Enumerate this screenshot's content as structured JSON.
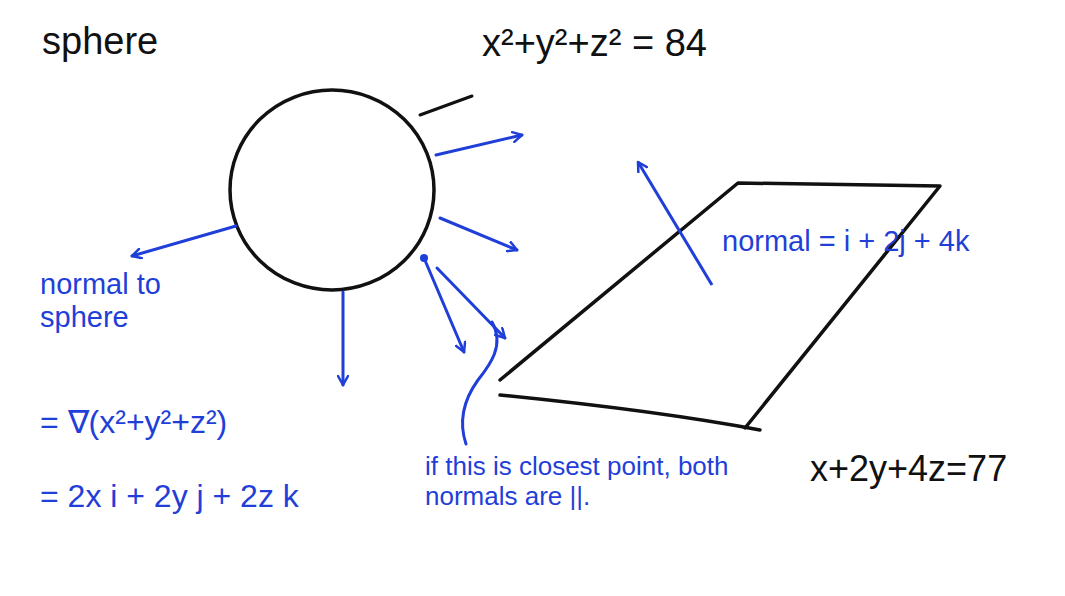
{
  "diagram": {
    "labels": [
      "sphere",
      "x²+y²+z² = 84",
      "normal = i + 2j + 4k",
      "x+2y+4z=77",
      "normal to sphere",
      "= ∇(x²+y²+z²)",
      "= 2x i + 2y j + 2z k",
      "if this is closest point, both normals are ||."
    ]
  }
}
